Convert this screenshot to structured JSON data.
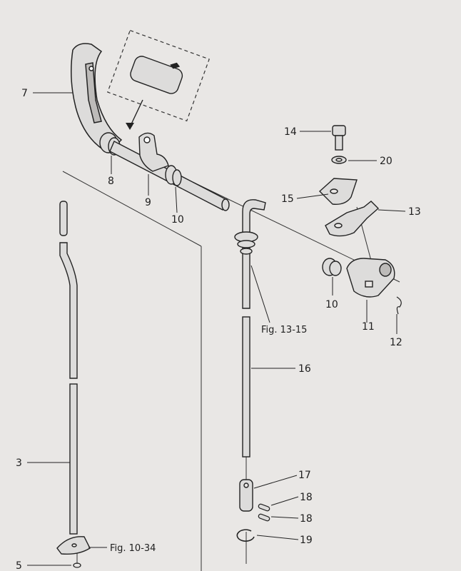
{
  "labels": {
    "p7": "7",
    "p8": "8",
    "p9": "9",
    "p10a": "10",
    "p14": "14",
    "p20": "20",
    "p15": "15",
    "p13": "13",
    "p10b": "10",
    "p11": "11",
    "p12": "12",
    "p16": "16",
    "p17": "17",
    "p18a": "18",
    "p18b": "18",
    "p19": "19",
    "p3": "3",
    "p5": "5"
  },
  "refs": {
    "fig_13_15": "Fig. 13-15",
    "fig_10_34": "Fig. 10-34"
  },
  "colors": {
    "paper": "#e9e7e5",
    "ink": "#1e1e1e",
    "part_fill": "#dddcdb",
    "part_shadow": "#bdbbb9"
  }
}
